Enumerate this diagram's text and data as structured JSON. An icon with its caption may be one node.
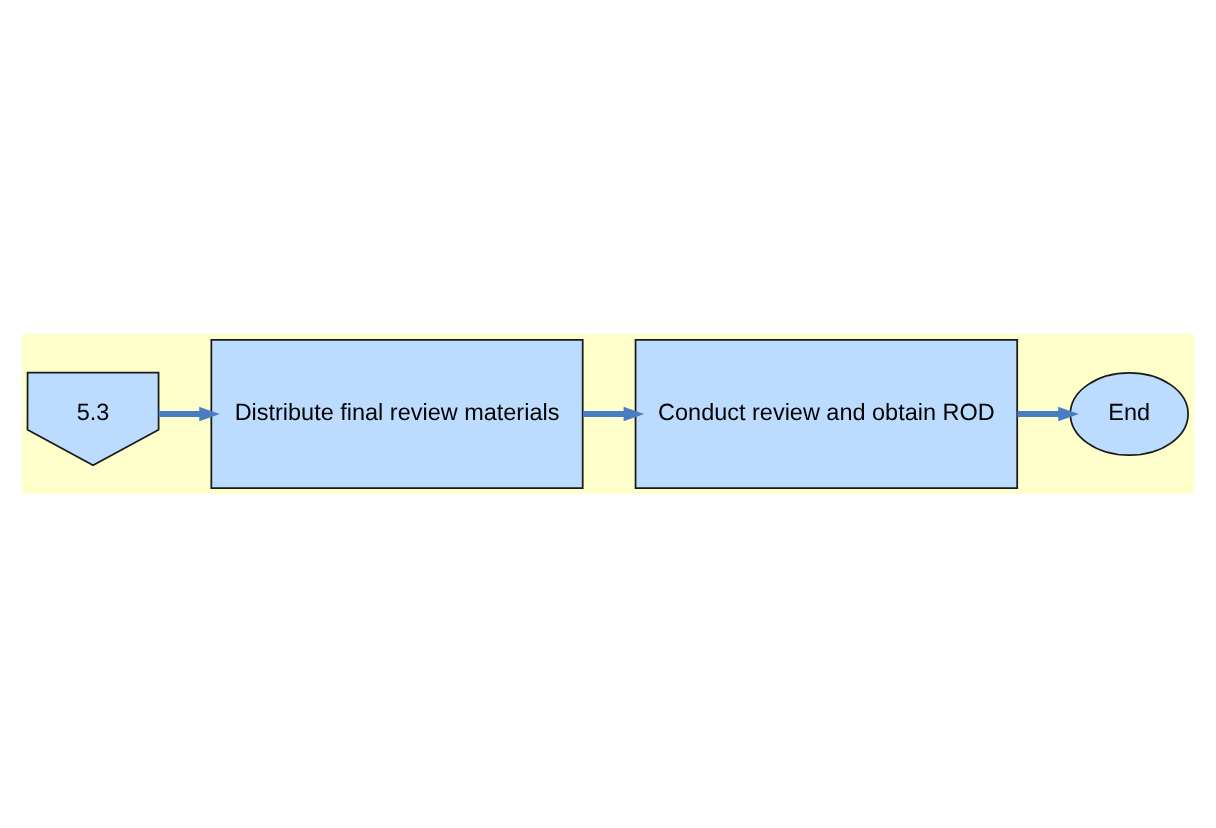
{
  "diagram": {
    "nodes": [
      {
        "text": [
          "5.3"
        ]
      },
      {
        "text": [
          "Distribute final review materials"
        ]
      },
      {
        "text": [
          "Conduct review and obtain ROD"
        ]
      },
      {
        "text": [
          "End"
        ]
      }
    ],
    "edges": [
      {
        "from": 0,
        "to": 1,
        "arrow": "to"
      },
      {
        "from": 1,
        "to": 2,
        "arrow": "to"
      },
      {
        "from": 2,
        "to": 3,
        "arrow": "to"
      }
    ]
  }
}
